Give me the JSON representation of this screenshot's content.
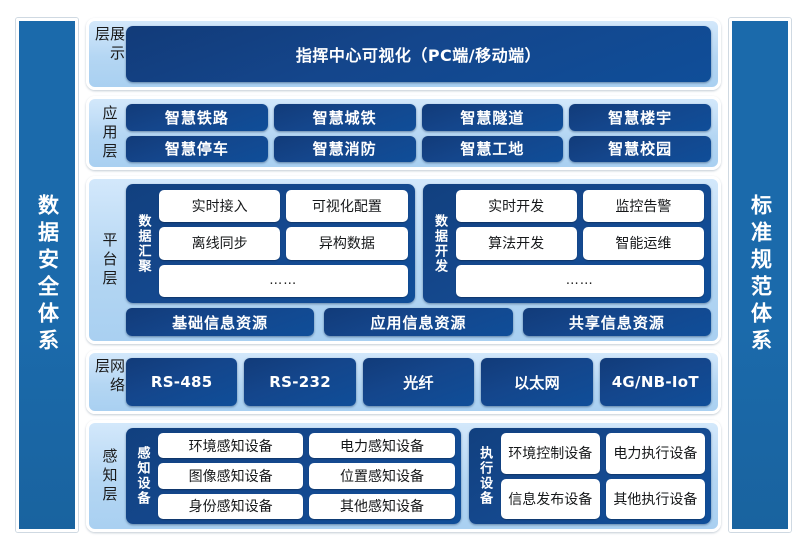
{
  "left_pillar": {
    "label": "数据安全体系"
  },
  "right_pillar": {
    "label": "标准规范体系"
  },
  "layers": {
    "presentation": {
      "label": "展示层",
      "bar": "指挥中心可视化（PC端/移动端）"
    },
    "application": {
      "label": "应用层",
      "row1": [
        "智慧铁路",
        "智慧城铁",
        "智慧隧道",
        "智慧楼宇"
      ],
      "row2": [
        "智慧停车",
        "智慧消防",
        "智慧工地",
        "智慧校园"
      ]
    },
    "platform": {
      "label": "平台层",
      "group_aggregation": {
        "title": "数据汇聚",
        "row1": [
          "实时接入",
          "可视化配置"
        ],
        "row2": [
          "离线同步",
          "异构数据"
        ],
        "row3": [
          "……"
        ]
      },
      "group_development": {
        "title": "数据开发",
        "row1": [
          "实时开发",
          "监控告警"
        ],
        "row2": [
          "算法开发",
          "智能运维"
        ],
        "row3": [
          "……"
        ]
      },
      "resources": [
        "基础信息资源",
        "应用信息资源",
        "共享信息资源"
      ]
    },
    "network": {
      "label": "网络层",
      "items": [
        "RS-485",
        "RS-232",
        "光纤",
        "以太网",
        "4G/NB-IoT"
      ]
    },
    "perception": {
      "label": "感知层",
      "group_sensing": {
        "title": "感知设备",
        "row1": [
          "环境感知设备",
          "电力感知设备"
        ],
        "row2": [
          "图像感知设备",
          "位置感知设备"
        ],
        "row3": [
          "身份感知设备",
          "其他感知设备"
        ]
      },
      "group_actuating": {
        "title": "执行设备",
        "row1": [
          "环境控制设备",
          "电力执行设备"
        ],
        "row2": [
          "信息发布设备",
          "其他执行设备"
        ]
      }
    }
  },
  "colors": {
    "navy": "#123f80",
    "pillar_blue": "#1b6aab",
    "layer_bg": "#b4d6f3",
    "white": "#ffffff"
  }
}
